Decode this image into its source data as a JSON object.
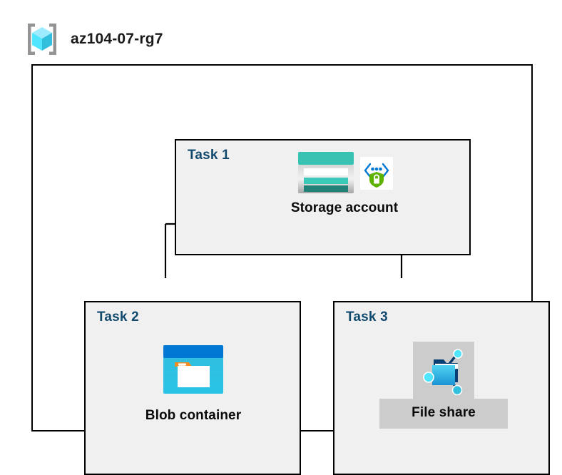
{
  "resource_group": {
    "name": "az104-07-rg7",
    "icon": "resource-group-cube-icon"
  },
  "diagram": {
    "type": "hierarchy",
    "tasks": [
      {
        "id": "task-1",
        "label": "Task 1",
        "node_caption": "Storage account",
        "icons": [
          "storage-account-icon",
          "private-endpoint-icon"
        ],
        "highlighted": false
      },
      {
        "id": "task-2",
        "label": "Task 2",
        "node_caption": "Blob container",
        "icons": [
          "blob-container-icon"
        ],
        "highlighted": false
      },
      {
        "id": "task-3",
        "label": "Task 3",
        "node_caption": "File share",
        "icons": [
          "file-share-icon"
        ],
        "highlighted": true
      }
    ],
    "connections": [
      {
        "from": "Storage account",
        "to": "Blob container"
      },
      {
        "from": "Storage account",
        "to": "File share"
      }
    ]
  },
  "colors": {
    "task_label": "#124a6e",
    "task_box_fill": "#f0f0f0",
    "border": "#000000",
    "canvas": "#ffffff",
    "highlight": "#cccccc",
    "storage_teal": "#37c2b1",
    "storage_teal_dark": "#238277",
    "blob_blue_dark": "#0078d4",
    "blob_cyan": "#32bedd",
    "blob_tab_orange": "#f78d1e",
    "fileshare_blue": "#32bedd",
    "shield_green": "#5db300",
    "private_link_blue": "#0078d4",
    "rg_cube_cyan": "#50e6ff",
    "rg_bracket_gray": "#949494"
  }
}
